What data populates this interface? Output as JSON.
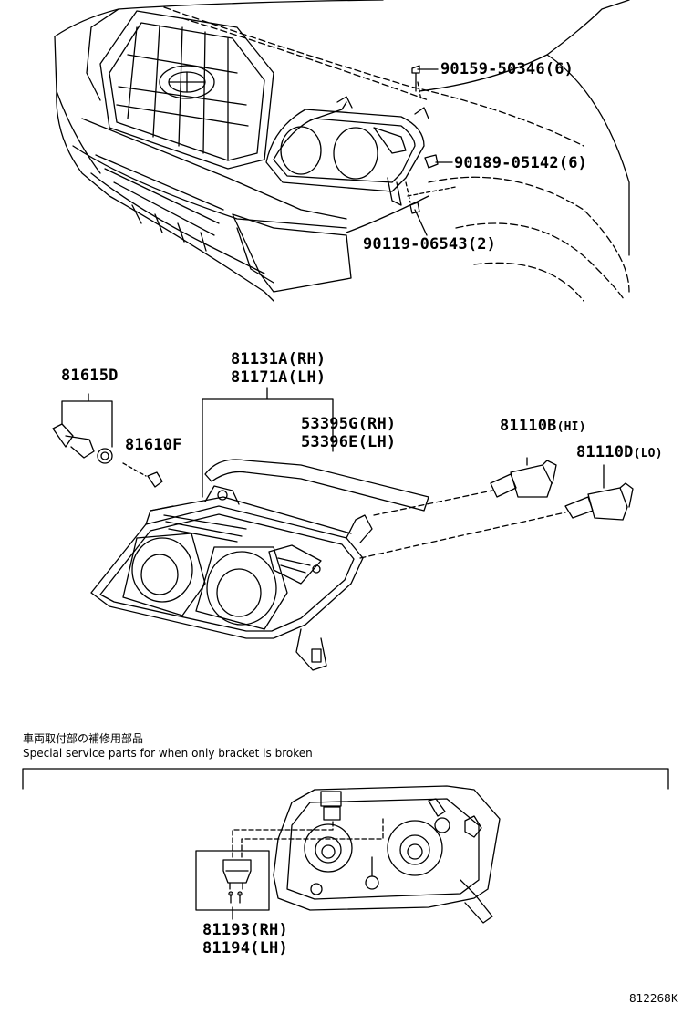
{
  "callouts": {
    "p90159": "90159-50346(6)",
    "p90189": "90189-05142(6)",
    "p90119": "90119-06543(2)",
    "p81615": "81615D",
    "p81131": "81131A(RH)",
    "p81171": "81171A(LH)",
    "p53395": "53395G(RH)",
    "p53396": "53396E(LH)",
    "p81610": "81610F",
    "p81110b": "81110B",
    "p81110b_suffix": "(HI)",
    "p81110d": "81110D",
    "p81110d_suffix": "(LO)",
    "p81193": "81193(RH)",
    "p81194": "81194(LH)"
  },
  "service_note": {
    "japanese": "車両取付部の補修用部品",
    "english": "Special service parts for when only bracket is broken"
  },
  "diagram_code": "812268K"
}
